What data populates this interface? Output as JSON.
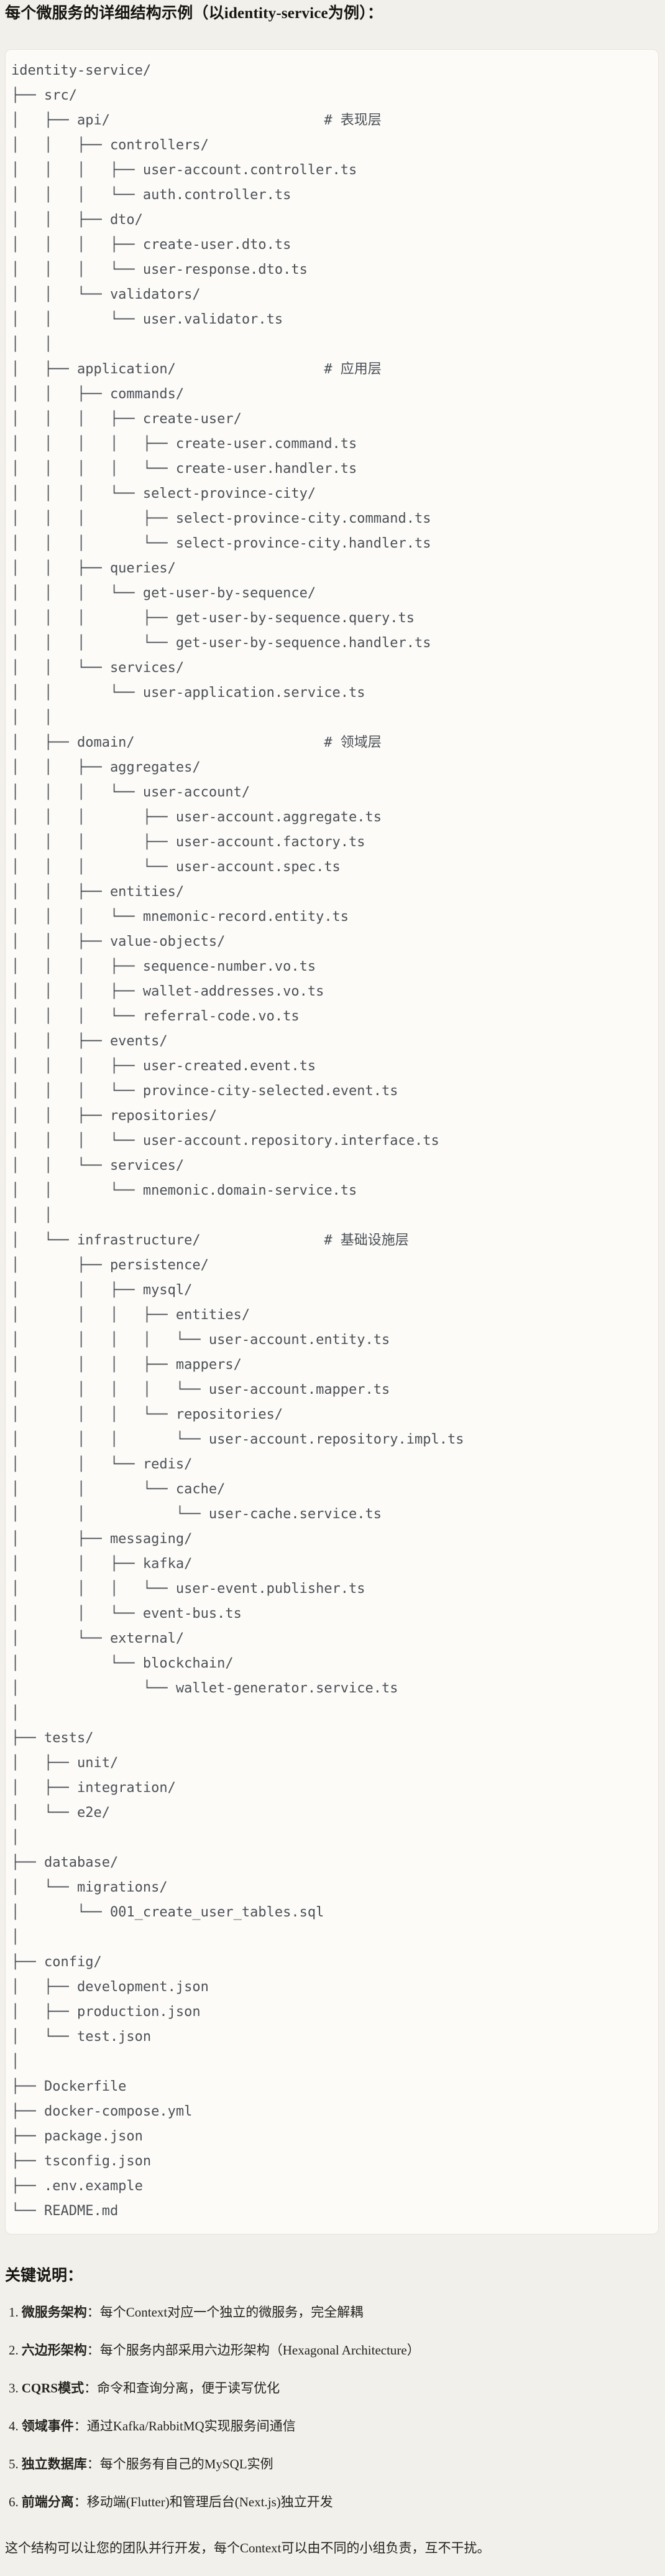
{
  "page": {
    "title": "每个微服务的详细结构示例（以identity-service为例）："
  },
  "tree": {
    "comment_labels": [
      "# 表现层",
      "# 应用层",
      "# 领域层",
      "# 基础设施层"
    ],
    "lines": [
      "identity-service/",
      "├── src/",
      "│   ├── api/                          # 表现层",
      "│   │   ├── controllers/",
      "│   │   │   ├── user-account.controller.ts",
      "│   │   │   └── auth.controller.ts",
      "│   │   ├── dto/",
      "│   │   │   ├── create-user.dto.ts",
      "│   │   │   └── user-response.dto.ts",
      "│   │   └── validators/",
      "│   │       └── user.validator.ts",
      "│   │",
      "│   ├── application/                  # 应用层",
      "│   │   ├── commands/",
      "│   │   │   ├── create-user/",
      "│   │   │   │   ├── create-user.command.ts",
      "│   │   │   │   └── create-user.handler.ts",
      "│   │   │   └── select-province-city/",
      "│   │   │       ├── select-province-city.command.ts",
      "│   │   │       └── select-province-city.handler.ts",
      "│   │   ├── queries/",
      "│   │   │   └── get-user-by-sequence/",
      "│   │   │       ├── get-user-by-sequence.query.ts",
      "│   │   │       └── get-user-by-sequence.handler.ts",
      "│   │   └── services/",
      "│   │       └── user-application.service.ts",
      "│   │",
      "│   ├── domain/                       # 领域层",
      "│   │   ├── aggregates/",
      "│   │   │   └── user-account/",
      "│   │   │       ├── user-account.aggregate.ts",
      "│   │   │       ├── user-account.factory.ts",
      "│   │   │       └── user-account.spec.ts",
      "│   │   ├── entities/",
      "│   │   │   └── mnemonic-record.entity.ts",
      "│   │   ├── value-objects/",
      "│   │   │   ├── sequence-number.vo.ts",
      "│   │   │   ├── wallet-addresses.vo.ts",
      "│   │   │   └── referral-code.vo.ts",
      "│   │   ├── events/",
      "│   │   │   ├── user-created.event.ts",
      "│   │   │   └── province-city-selected.event.ts",
      "│   │   ├── repositories/",
      "│   │   │   └── user-account.repository.interface.ts",
      "│   │   └── services/",
      "│   │       └── mnemonic.domain-service.ts",
      "│   │",
      "│   └── infrastructure/               # 基础设施层",
      "│       ├── persistence/",
      "│       │   ├── mysql/",
      "│       │   │   ├── entities/",
      "│       │   │   │   └── user-account.entity.ts",
      "│       │   │   ├── mappers/",
      "│       │   │   │   └── user-account.mapper.ts",
      "│       │   │   └── repositories/",
      "│       │   │       └── user-account.repository.impl.ts",
      "│       │   └── redis/",
      "│       │       └── cache/",
      "│       │           └── user-cache.service.ts",
      "│       ├── messaging/",
      "│       │   ├── kafka/",
      "│       │   │   └── user-event.publisher.ts",
      "│       │   └── event-bus.ts",
      "│       └── external/",
      "│           └── blockchain/",
      "│               └── wallet-generator.service.ts",
      "│",
      "├── tests/",
      "│   ├── unit/",
      "│   ├── integration/",
      "│   └── e2e/",
      "│",
      "├── database/",
      "│   └── migrations/",
      "│       └── 001_create_user_tables.sql",
      "│",
      "├── config/",
      "│   ├── development.json",
      "│   ├── production.json",
      "│   └── test.json",
      "│",
      "├── Dockerfile",
      "├── docker-compose.yml",
      "├── package.json",
      "├── tsconfig.json",
      "├── .env.example",
      "└── README.md"
    ]
  },
  "notes": {
    "heading": "关键说明：",
    "items": [
      {
        "num": "1.",
        "label": "微服务架构",
        "text": "：每个Context对应一个独立的微服务，完全解耦"
      },
      {
        "num": "2.",
        "label": "六边形架构",
        "text": "：每个服务内部采用六边形架构（Hexagonal Architecture）"
      },
      {
        "num": "3.",
        "label": "CQRS模式",
        "text": "：命令和查询分离，便于读写优化"
      },
      {
        "num": "4.",
        "label": "领域事件",
        "text": "：通过Kafka/RabbitMQ实现服务间通信"
      },
      {
        "num": "5.",
        "label": "独立数据库",
        "text": "：每个服务有自己的MySQL实例"
      },
      {
        "num": "6.",
        "label": "前端分离",
        "text": "：移动端(Flutter)和管理后台(Next.js)独立开发"
      }
    ],
    "footer": "这个结构可以让您的团队并行开发，每个Context可以由不同的小组负责，互不干扰。"
  },
  "colors": {
    "page_bg": "#f2f0ea",
    "code_block_bg": "#fcfbf8",
    "code_block_border": "#e7e4da",
    "tree_text": "#4b5056",
    "body_text": "#21201c"
  }
}
